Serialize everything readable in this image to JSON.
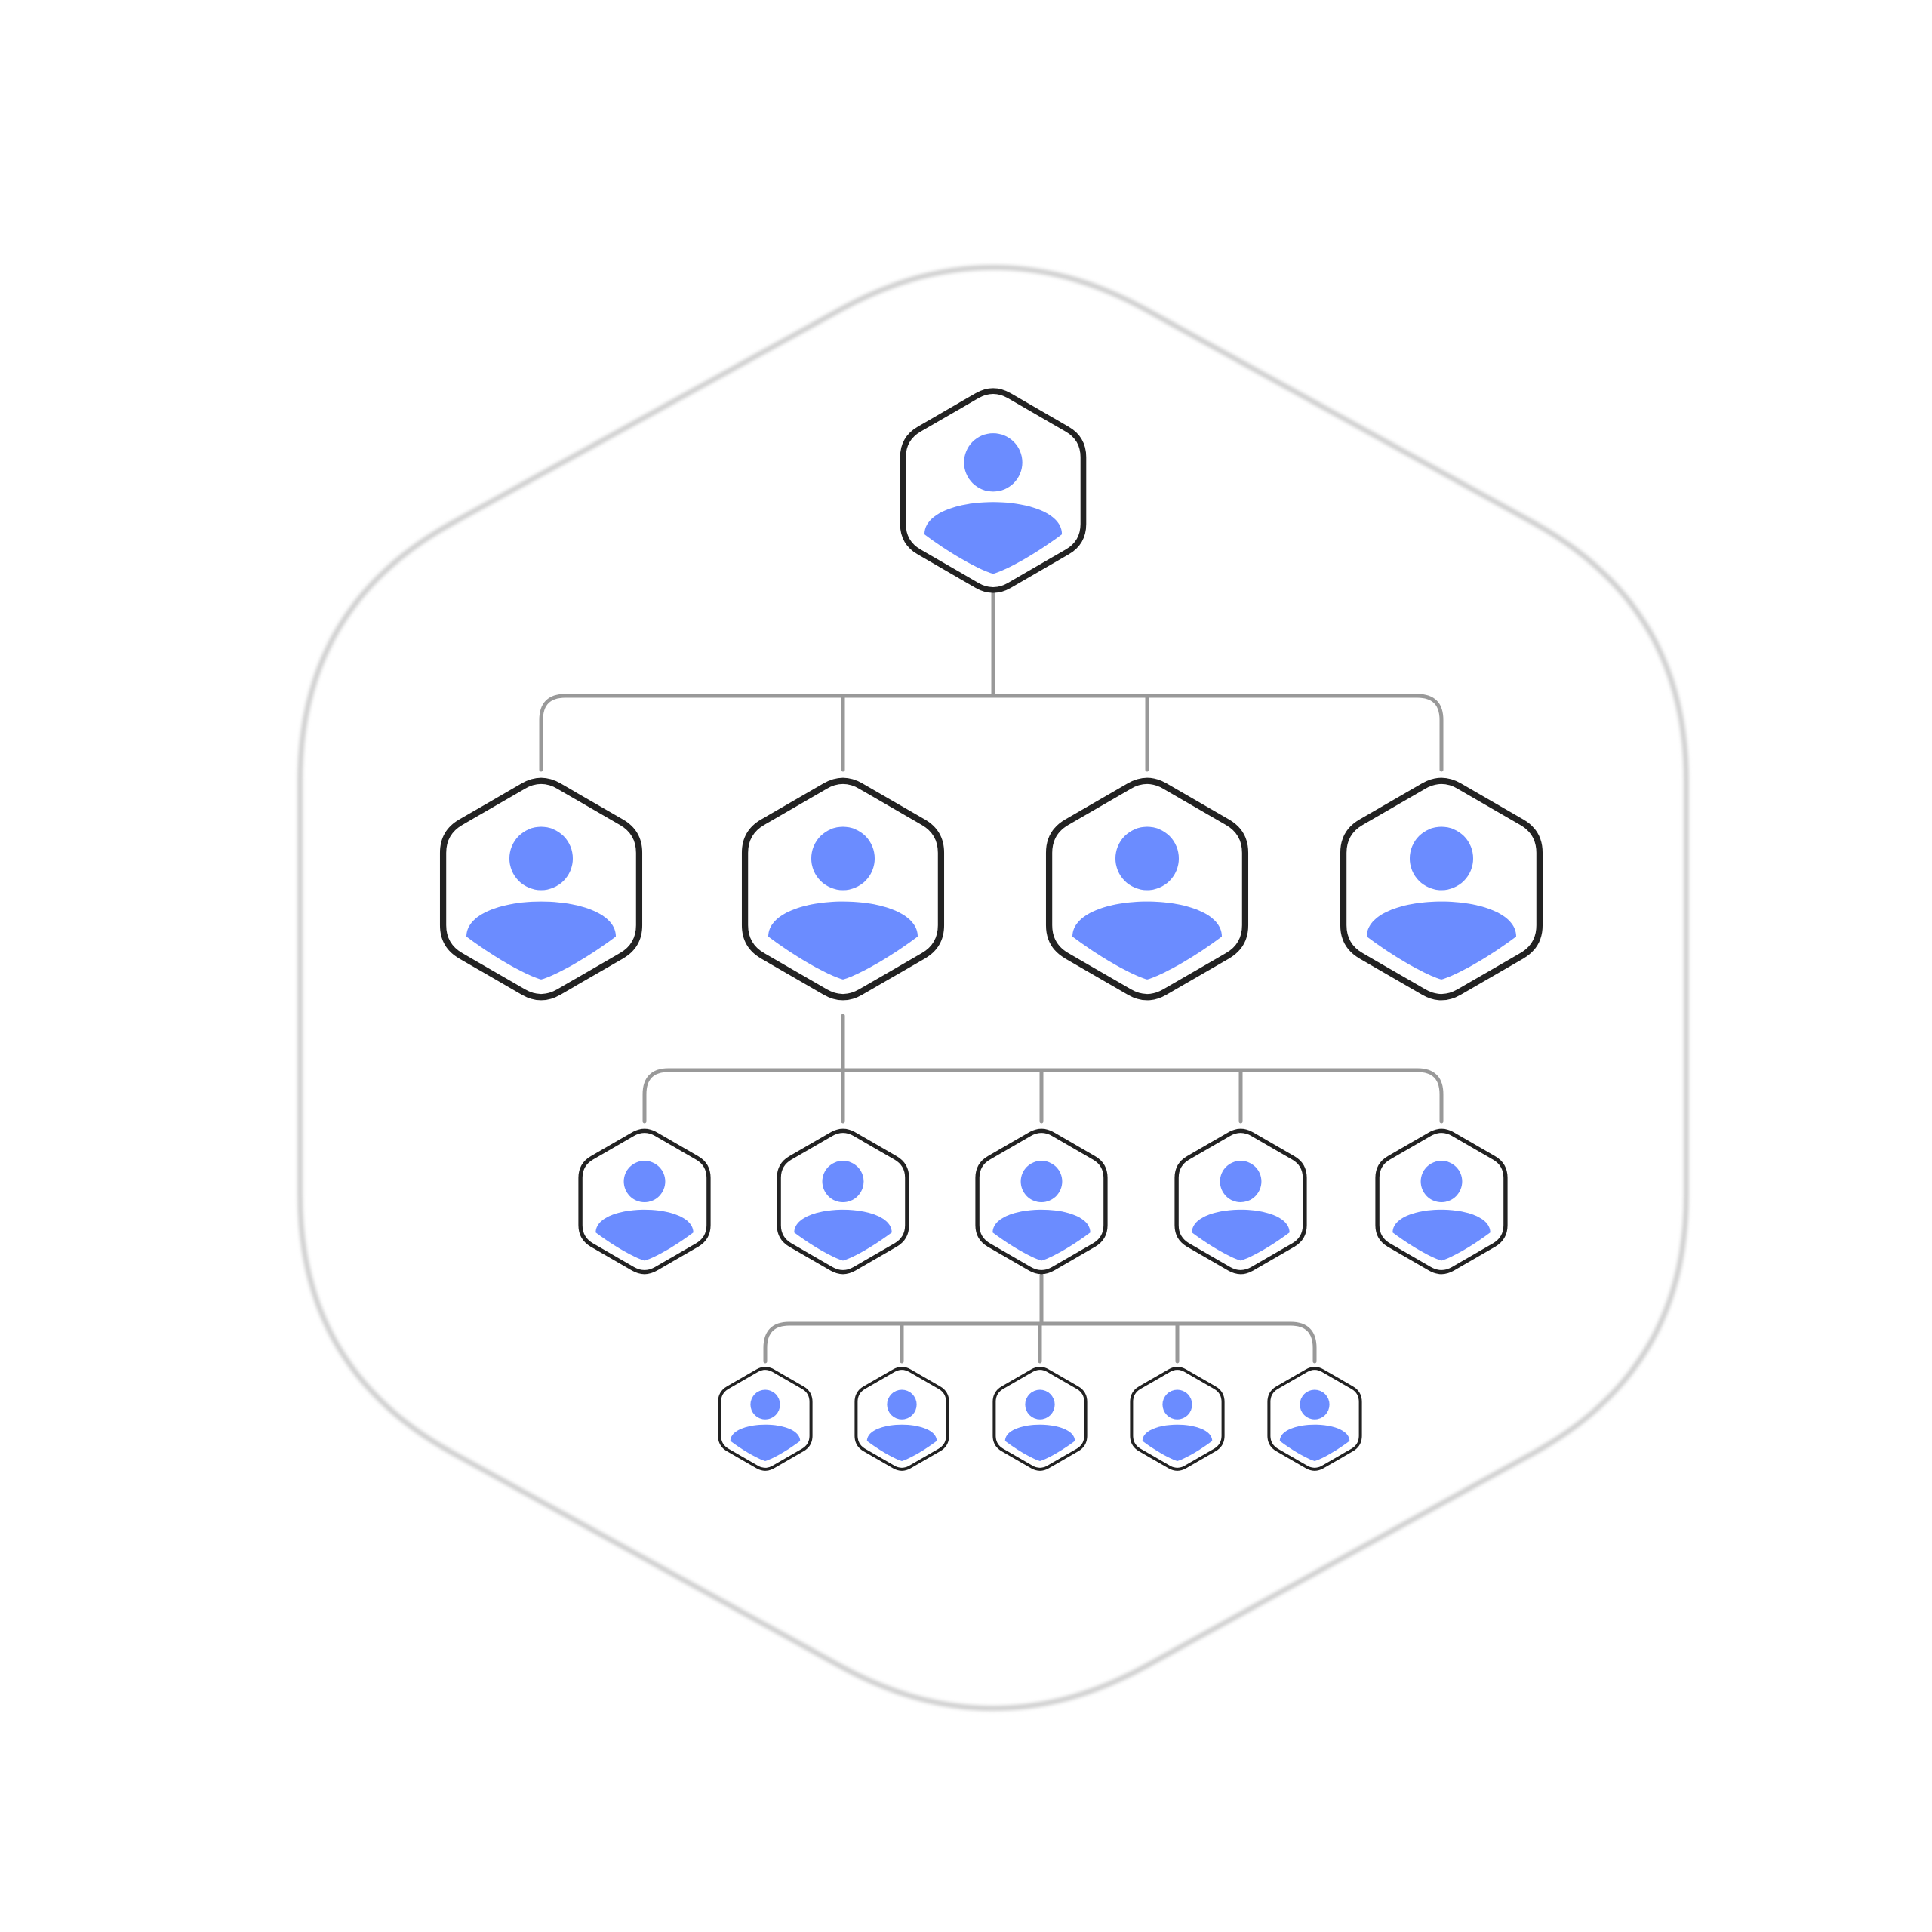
{
  "colors": {
    "background": "#ffffff",
    "frame_stroke": "#d0d0d0",
    "node_stroke": "#222222",
    "node_fill": "#ffffff",
    "person_fill": "#6b8cff",
    "connector": "#999999"
  },
  "icons": {
    "frame": "hexagon-frame-icon",
    "node": "person-hexagon-icon"
  },
  "hierarchy": {
    "levels": [
      {
        "level": 0,
        "count": 1
      },
      {
        "level": 1,
        "count": 4,
        "parent_index": 0
      },
      {
        "level": 2,
        "count": 5,
        "parent_index": 1
      },
      {
        "level": 3,
        "count": 5,
        "parent_index": 2
      }
    ]
  }
}
